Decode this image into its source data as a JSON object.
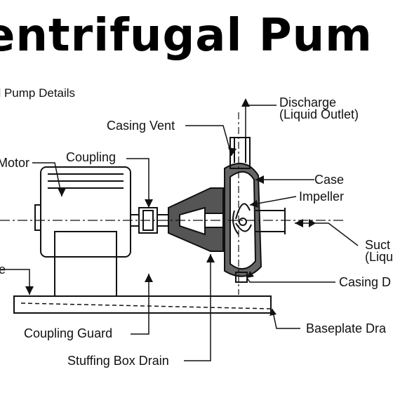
{
  "title": "entrifugal Pum",
  "subtitle": "al Pump Details",
  "labels": {
    "discharge_line1": "Discharge",
    "discharge_line2": "(Liquid Outlet)",
    "casing_vent": "Casing Vent",
    "motor": "Motor",
    "coupling": "Coupling",
    "case": "Case",
    "impeller": "Impeller",
    "suction_line1": "Suct",
    "suction_line2": "(Liqu",
    "casing_drain": "Casing D",
    "base_left": "e",
    "coupling_guard": "Coupling Guard",
    "baseplate_drain": "Baseplate Dra",
    "stuffing_box_drain": "Stuffing Box Drain"
  }
}
